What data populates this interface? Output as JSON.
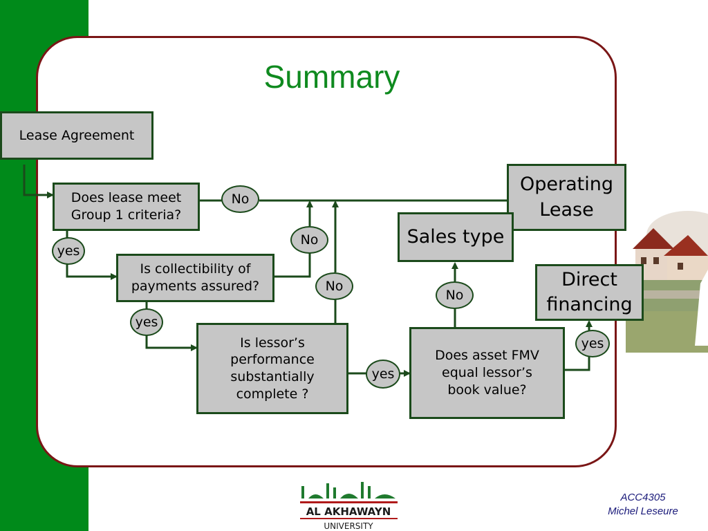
{
  "slide": {
    "title": "Summary"
  },
  "flowchart": {
    "boxes": {
      "lease_agreement": "Lease Agreement",
      "group1_criteria": "Does  lease meet\n Group 1 criteria?",
      "collectibility": "Is collectibility of\npayments assured?",
      "lessor_performance": "Is lessor’s\nperformance\nsubstantially\ncomplete ?",
      "asset_fmv": "Does asset FMV\nequal lessor’s\nbook value?",
      "operating_lease": "Operating\nLease",
      "sales_type": "Sales type",
      "direct_financing": "Direct\nfinancing"
    },
    "decisions": {
      "no_1": "No",
      "no_2": "No",
      "no_3": "No",
      "no_4": "No",
      "yes_1": "yes",
      "yes_2": "yes",
      "yes_3": "yes",
      "yes_4": "yes"
    }
  },
  "footer": {
    "course": "ACC4305\nMichel Leseure",
    "logo_text": "AL AKHAWAYN UNIVERSITY"
  },
  "colors": {
    "accent_green": "#008a1a",
    "frame": "#7a1616",
    "box_fill": "#c6c6c6",
    "line": "#1b4a1b",
    "title": "#0f8a1f"
  }
}
